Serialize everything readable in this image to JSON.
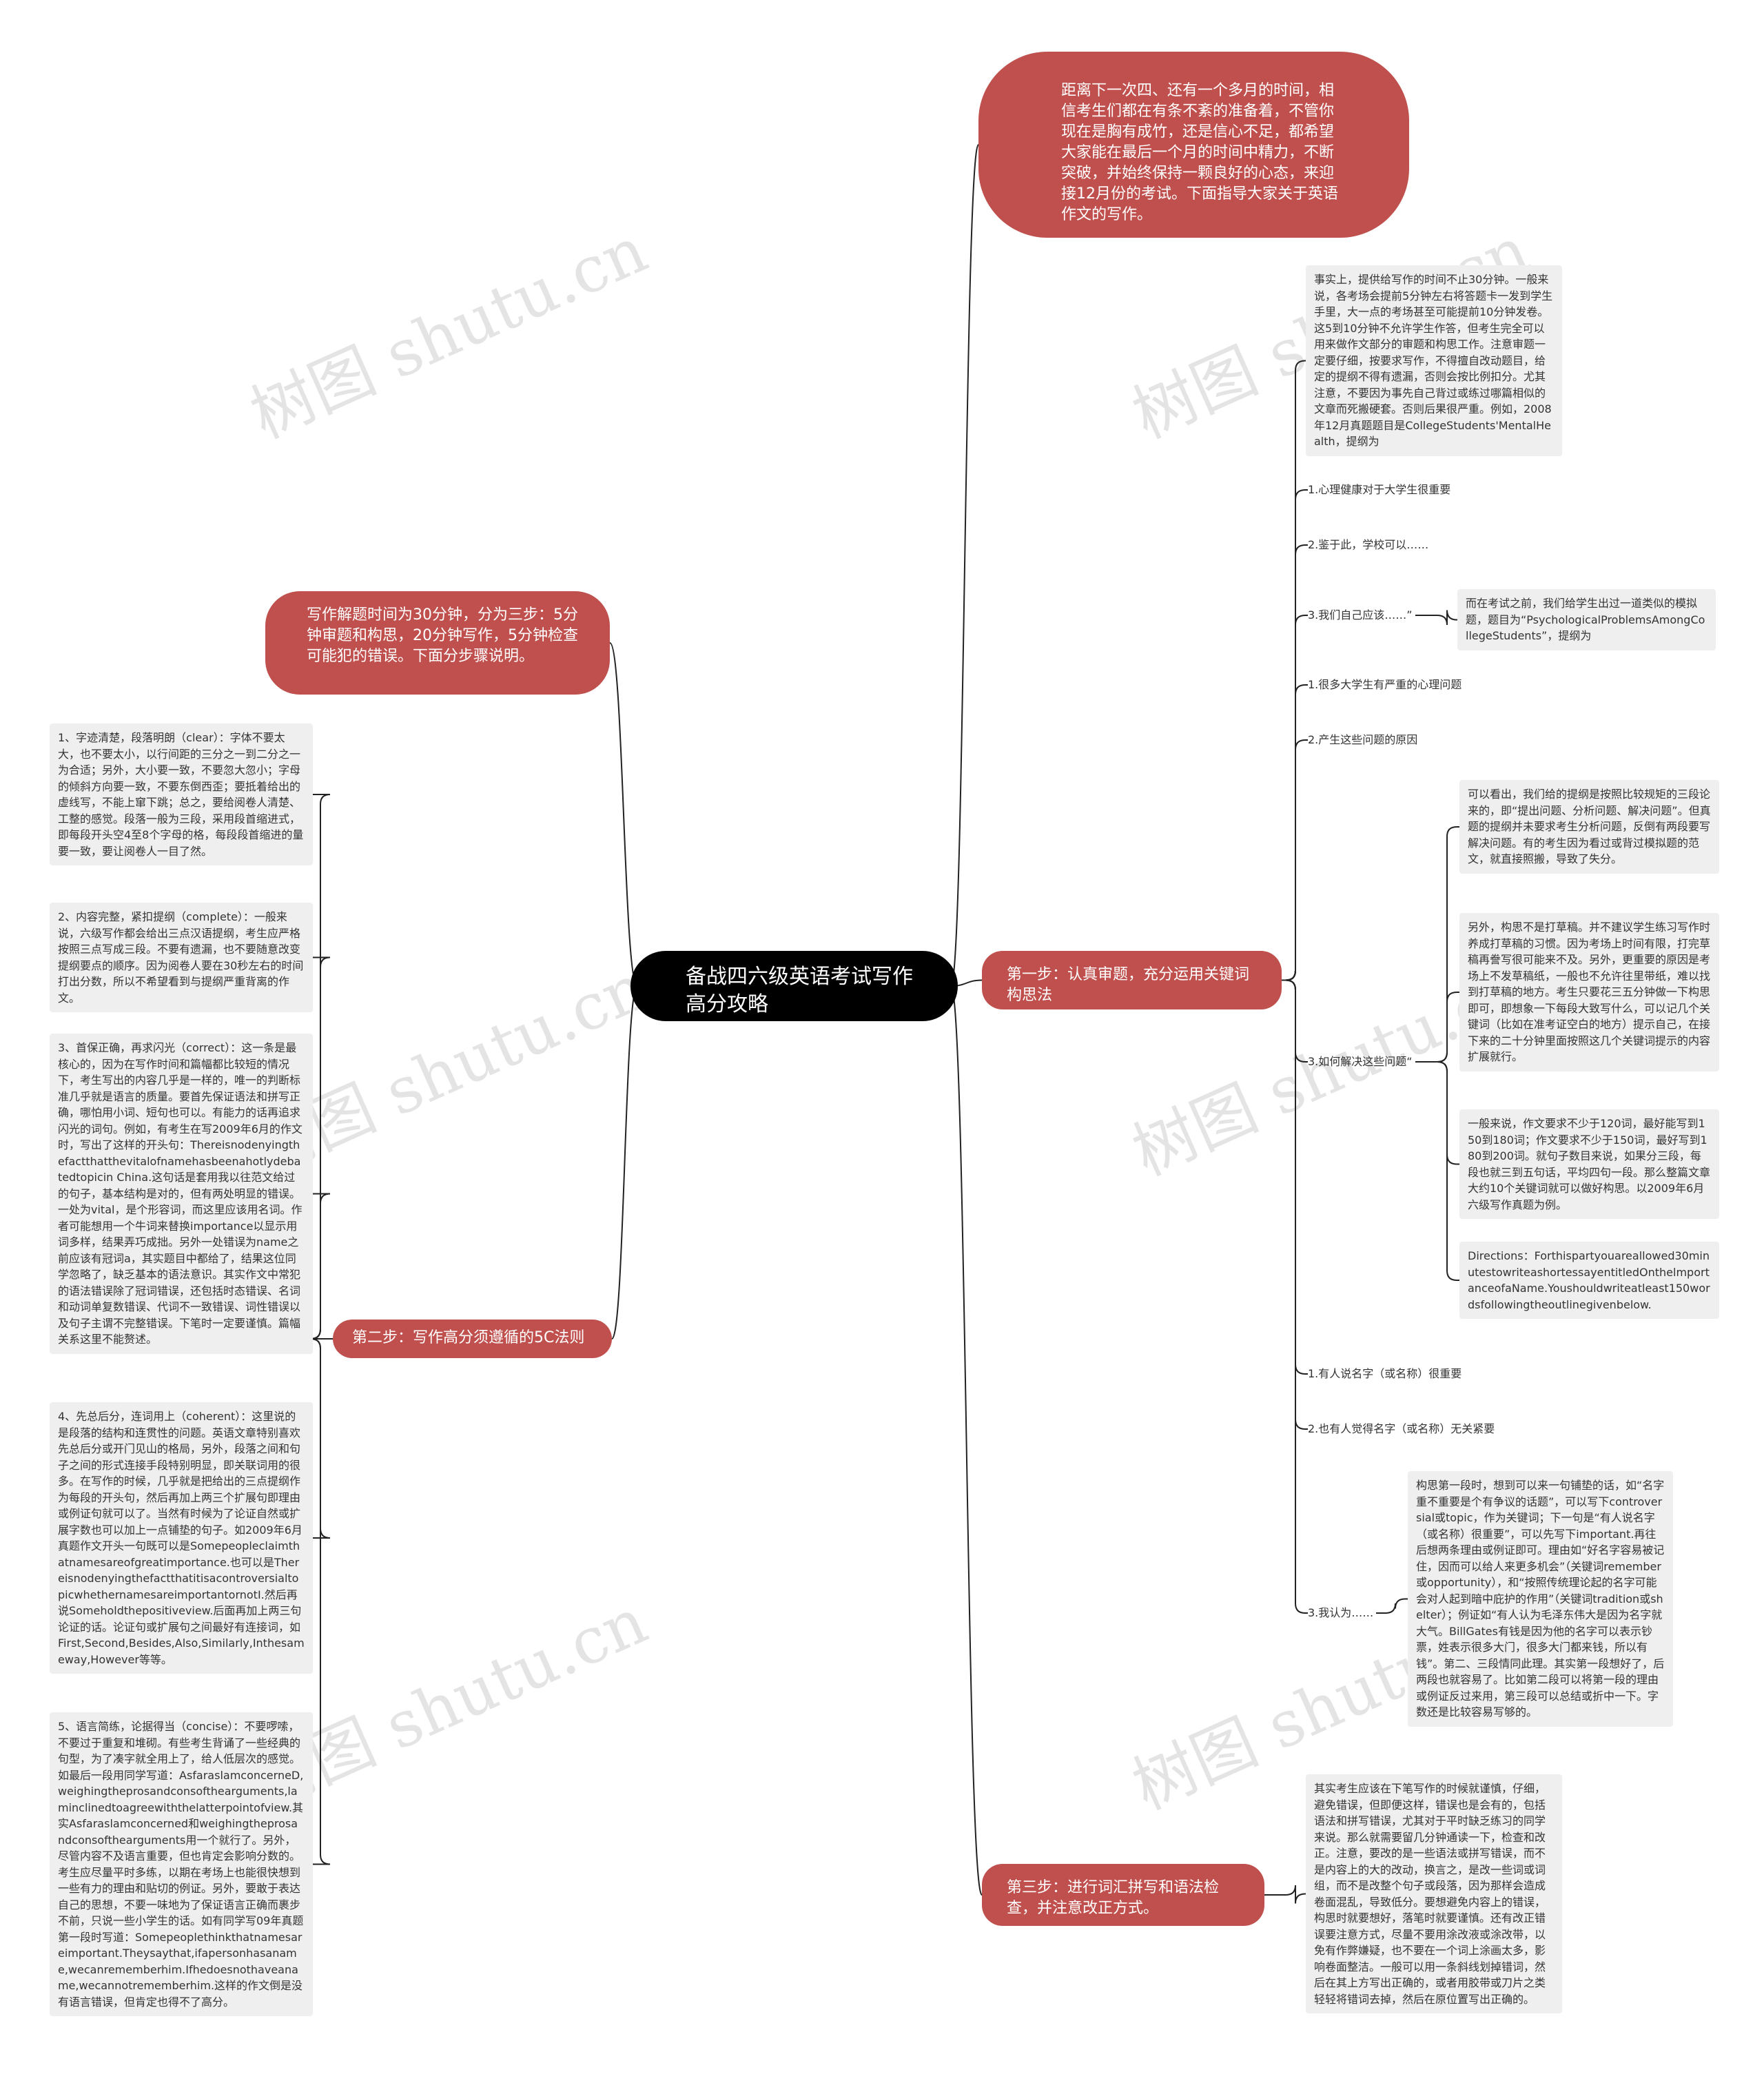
{
  "root": "备战四六级英语考试写作高分攻略",
  "intro": "距离下一次四、还有一个多月的时间，相信考生们都在有条不紊的准备着，不管你现在是胸有成竹，还是信心不足，都希望大家能在最后一个月的时间中精力，不断突破，并始终保持一颗良好的心态，来迎接12月份的考试。下面指导大家关于英语作文的写作。",
  "overview": "写作解题时间为30分钟，分为三步：5分钟审题和构思，20分钟写作，5分钟检查可能犯的错误。下面分步骤说明。",
  "step1": {
    "label": "第一步：认真审题，充分运用关键词构思法",
    "note_time": "事实上，提供给写作的时间不止30分钟。一般来说，各考场会提前5分钟左右将答题卡一发到学生手里，大一点的考场甚至可能提前10分钟发卷。这5到10分钟不允许学生作答，但考生完全可以用来做作文部分的审题和构思工作。注意审题一定要仔细，按要求写作，不得擅自改动题目，给定的提纲不得有遗漏，否则会按比例扣分。尤其注意，不要因为事先自己背过或练过哪篇相似的文章而死搬硬套。否则后果很严重。例如，2008年12月真题题目是CollegeStudents'MentalHealth，提纲为",
    "leaf1": "1.心理健康对于大学生很重要",
    "leaf2": "2.鉴于此，学校可以……",
    "leaf3": "3.我们自己应该……”",
    "note_similar": "而在考试之前，我们给学生出过一道类似的模拟题，题目为“PsychologicalProblemsAmongCollegeStudents”，提纲为",
    "leaf4": "1.很多大学生有严重的心理问题",
    "leaf5": "2.产生这些问题的原因",
    "leaf6": "3.如何解决这些问题“",
    "note_a": "可以看出，我们给的提纲是按照比较规矩的三段论来的，即“提出问题、分析问题、解决问题”。但真题的提纲并未要求考生分析问题，反倒有两段要写解决问题。有的考生因为看过或背过模拟题的范文，就直接照搬，导致了失分。",
    "note_b": "另外，构思不是打草稿。并不建议学生练习写作时养成打草稿的习惯。因为考场上时间有限，打完草稿再誊写很可能来不及。另外，更重要的原因是考场上不发草稿纸，一般也不允许往里带纸，难以找到打草稿的地方。考生只要花三五分钟做一下构思即可，即想象一下每段大致写什么，可以记几个关键词（比如在准考证空白的地方）提示自己，在接下来的二十分钟里面按照这几个关键词提示的内容扩展就行。",
    "note_c": "一般来说，作文要求不少于120词，最好能写到150到180词；作文要求不少于150词，最好写到180到200词。就句子数目来说，如果分三段，每段也就三到五句话，平均四句一段。那么整篇文章大约10个关键词就可以做好构思。以2009年6月六级写作真题为例。",
    "note_d": "Directions：Forthispartyouareallowed30minutestowriteashortessayentitledOnthelmportanceofaName.Youshouldwriteatleast150wordsfollowingtheoutlinegivenbelow.",
    "leaf7": "1.有人说名字（或名称）很重要",
    "leaf8": "2.也有人觉得名字（或名称）无关紧要",
    "leaf9": "3.我认为……",
    "note_e": "构思第一段时，想到可以来一句铺垫的话，如“名字重不重要是个有争议的话题”，可以写下controversial或topic，作为关键词；下一句是“有人说名字（或名称）很重要”，可以先写下important.再往后想两条理由或例证即可。理由如“好名字容易被记住，因而可以给人来更多机会”（关键词remember或opportunity），和“按照传统理论起的名字可能会对人起到暗中庇护的作用”（关键词tradition或shelter）；例证如“有人认为毛泽东伟大是因为名字就大气。BillGates有钱是因为他的名字可以表示钞票，姓表示很多大门，很多大门都来钱，所以有钱”。第二、三段情同此理。其实第一段想好了，后两段也就容易了。比如第二段可以将第一段的理由或例证反过来用，第三段可以总结或折中一下。字数还是比较容易写够的。"
  },
  "step2": {
    "label": "第二步：写作高分须遵循的5C法则",
    "c1": "1、字迹清楚，段落明朗（clear）：字体不要太大，也不要太小，以行间距的三分之一到二分之一为合适；另外，大小要一致，不要忽大忽小；字母的倾斜方向要一致，不要东倒西歪；要抵着给出的虚线写，不能上窜下跳；总之，要给阅卷人清楚、工整的感觉。段落一般为三段，采用段首缩进式，即每段开头空4至8个字母的格，每段段首缩进的量要一致，要让阅卷人一目了然。",
    "c2": "2、内容完整，紧扣提纲（complete）：一般来说，六级写作都会给出三点汉语提纲，考生应严格按照三点写成三段。不要有遗漏，也不要随意改变提纲要点的顺序。因为阅卷人要在30秒左右的时间打出分数，所以不希望看到与提纲严重背离的作文。",
    "c3": "3、首保正确，再求闪光（correct）：这一条是最核心的，因为在写作时间和篇幅都比较短的情况下，考生写出的内容几乎是一样的，唯一的判断标准几乎就是语言的质量。要首先保证语法和拼写正确，哪怕用小词、短句也可以。有能力的话再追求闪光的词句。例如，有考生在写2009年6月的作文时，写出了这样的开头句：Thereisnodenyingthefactthatthevitalofnamehasbeenahotlydebatedtopicin China.这句话是套用我以往范文给过的句子，基本结构是对的，但有两处明显的错误。一处为vital，是个形容词，而这里应该用名词。作者可能想用一个牛词来替换importance以显示用词多样，结果弄巧成拙。另外一处错误为name之前应该有冠词a，其实题目中都给了，结果这位同学忽略了，缺乏基本的语法意识。其实作文中常犯的语法错误除了冠词错误，还包括时态错误、名词和动词单复数错误、代词不一致错误、词性错误以及句子主谓不完整错误。下笔时一定要谨慎。篇幅关系这里不能赘述。",
    "c4": "4、先总后分，连词用上（coherent）：这里说的是段落的结构和连贯性的问题。英语文章特别喜欢先总后分或开门见山的格局，另外，段落之间和句子之间的形式连接手段特别明显，即关联词用的很多。在写作的时候，几乎就是把给出的三点提纲作为每段的开头句，然后再加上两三个扩展句即理由或例证句就可以了。当然有时候为了论证自然或扩展字数也可以加上一点铺垫的句子。如2009年6月真题作文开头一句既可以是Somepeopleclaimthatnamesareofgreatimportance.也可以是ThereisnodenyingthefactthatitisacontroversialtopicwhethernamesareimportantornotI.然后再说Someholdthepositiveview.后面再加上两三句论证的话。论证句或扩展句之间最好有连接词，如First,Second,Besides,Also,Similarly,Inthesameway,However等等。",
    "c5": "5、语言简练，论据得当（concise）：不要啰嗦，不要过于重复和堆砌。有些考生背诵了一些经典的句型，为了凑字就全用上了，给人低层次的感觉。如最后一段用同学写道：AsfaraslamconcerneD,weighingtheprosandconsofthearguments,laminclinedtoagreewiththelatterpointofview.其实Asfaraslamconcerned和weighingtheprosandconsofthearguments用一个就行了。另外，尽管内容不及语言重要，但也肯定会影响分数的。考生应尽量平时多练，以期在考场上也能很快想到一些有力的理由和贴切的例证。另外，要敢于表达自己的思想，不要一味地为了保证语言正确而裹步不前，只说一些小学生的话。如有同学写09年真题第一段时写道：Somepeoplethinkthatnamesareimportant.Theysaythat,ifapersonhasaname,wecanrememberhim.Ifhedoesnothaveaname,wecannotrememberhim.这样的作文倒是没有语言错误，但肯定也得不了高分。"
  },
  "step3": {
    "label": "第三步：进行词汇拼写和语法检查，并注意改正方式。",
    "note": "其实考生应该在下笔写作的时候就谨慎，仔细，避免错误，但即便这样，错误也是会有的，包括语法和拼写错误，尤其对于平时缺乏练习的同学来说。那么就需要留几分钟通读一下，检查和改正。注意，要改的是一些语法或拼写错误，而不是内容上的大的改动，换言之，是改一些词或词组，而不是改整个句子或段落，因为那样会造成卷面混乱，导致低分。要想避免内容上的错误，构思时就要想好，落笔时就要谨慎。还有改正错误要注意方式，尽量不要用涂改液或涂改带，以免有作弊嫌疑，也不要在一个词上涂画太多，影响卷面整洁。一般可以用一条斜线划掉错词，然后在其上方写出正确的，或者用胶带或刀片之类轻轻将错词去掉，然后在原位置写出正确的。"
  },
  "watermark": "树图 shutu.cn",
  "colors": {
    "root_bg": "#000000",
    "red_node": "#c0504d",
    "note_bg": "#efefef",
    "line": "#222222"
  }
}
